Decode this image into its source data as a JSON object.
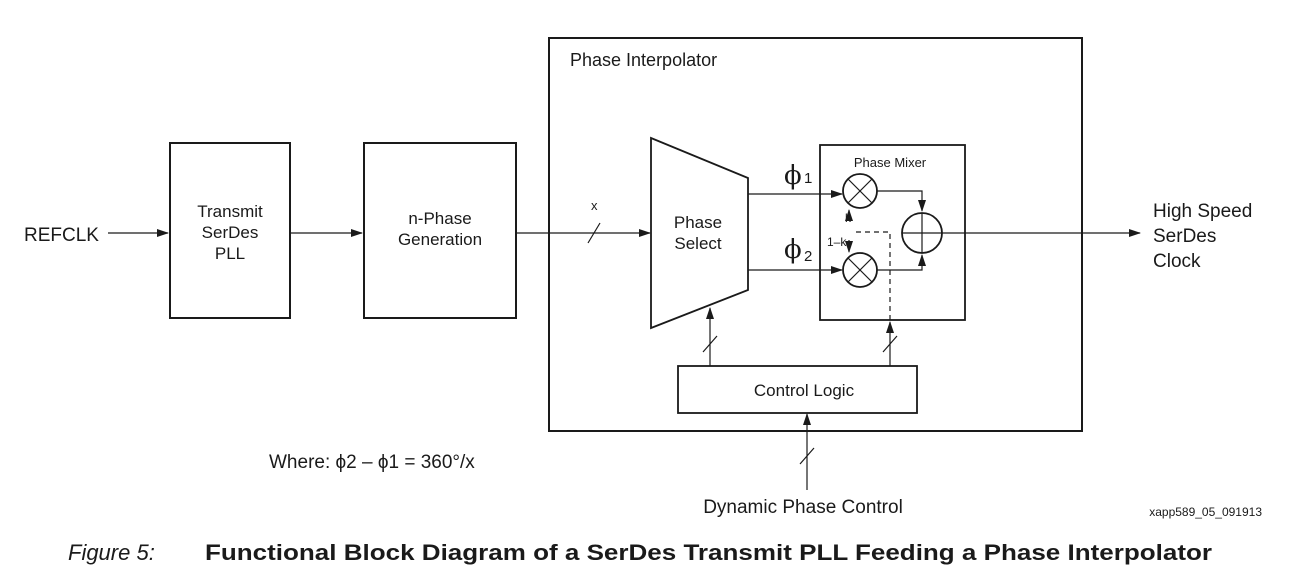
{
  "blocks": {
    "refclk": "REFCLK",
    "pll": [
      "Transmit",
      "SerDes",
      "PLL"
    ],
    "nphase": [
      "n-Phase",
      "Generation"
    ],
    "interpolator_title": "Phase Interpolator",
    "phase_select": [
      "Phase",
      "Select"
    ],
    "phase_mixer": "Phase Mixer",
    "control_logic": "Control Logic",
    "output": [
      "High Speed",
      "SerDes",
      "Clock"
    ],
    "dynamic_control": "Dynamic Phase Control"
  },
  "signals": {
    "bus_x": "x",
    "phi1_symbol": "ϕ",
    "phi1_sub": "1",
    "phi2_symbol": "ϕ",
    "phi2_sub": "2",
    "k": "k",
    "one_minus_k": "1–k"
  },
  "equation": "Where: ϕ2 – ϕ1 = 360°/x",
  "figure_id": "xapp589_05_091913",
  "caption": {
    "prefix": "Figure 5:",
    "title": "Functional Block Diagram of a SerDes Transmit PLL Feeding a Phase Interpolator"
  }
}
